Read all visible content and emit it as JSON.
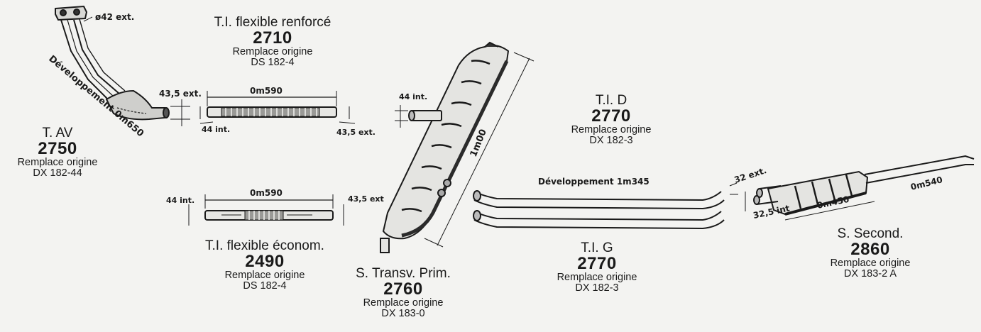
{
  "products": [
    {
      "title": "T. AV",
      "number": "2750",
      "replace": "Remplace origine",
      "code": "DX 182-44"
    },
    {
      "title": "T.I. flexible renforcé",
      "number": "2710",
      "replace": "Remplace origine",
      "code": "DS 182-4"
    },
    {
      "title": "T.I. flexible économ.",
      "number": "2490",
      "replace": "Remplace origine",
      "code": "DS 182-4"
    },
    {
      "title": "S. Transv. Prim.",
      "number": "2760",
      "replace": "Remplace origine",
      "code": "DX 183-0"
    },
    {
      "title": "T.I. D",
      "number": "2770",
      "replace": "Remplace origine",
      "code": "DX 182-3"
    },
    {
      "title": "T.I. G",
      "number": "2770",
      "replace": "Remplace origine",
      "code": "DX 182-3"
    },
    {
      "title": "S. Second.",
      "number": "2860",
      "replace": "Remplace origine",
      "code": "DX 183-2 A"
    }
  ],
  "dims": {
    "tav_diam": "ø42 ext.",
    "tav_dev": "Développement 0m650",
    "tav_out": "43,5 ext.",
    "f2710_len": "0m590",
    "f2710_in": "44 int.",
    "f2710_out": "43,5 ext.",
    "f2490_len": "0m590",
    "f2490_in": "44 int.",
    "f2490_out": "43,5 ext",
    "s2760_in": "44 int.",
    "s2760_len": "1m00",
    "ti_dev": "Développement 1m345",
    "ti_ext": "32 ext.",
    "s2860_in": "32,5 int",
    "s2860_len1": "0m450",
    "s2860_len2": "0m540"
  }
}
